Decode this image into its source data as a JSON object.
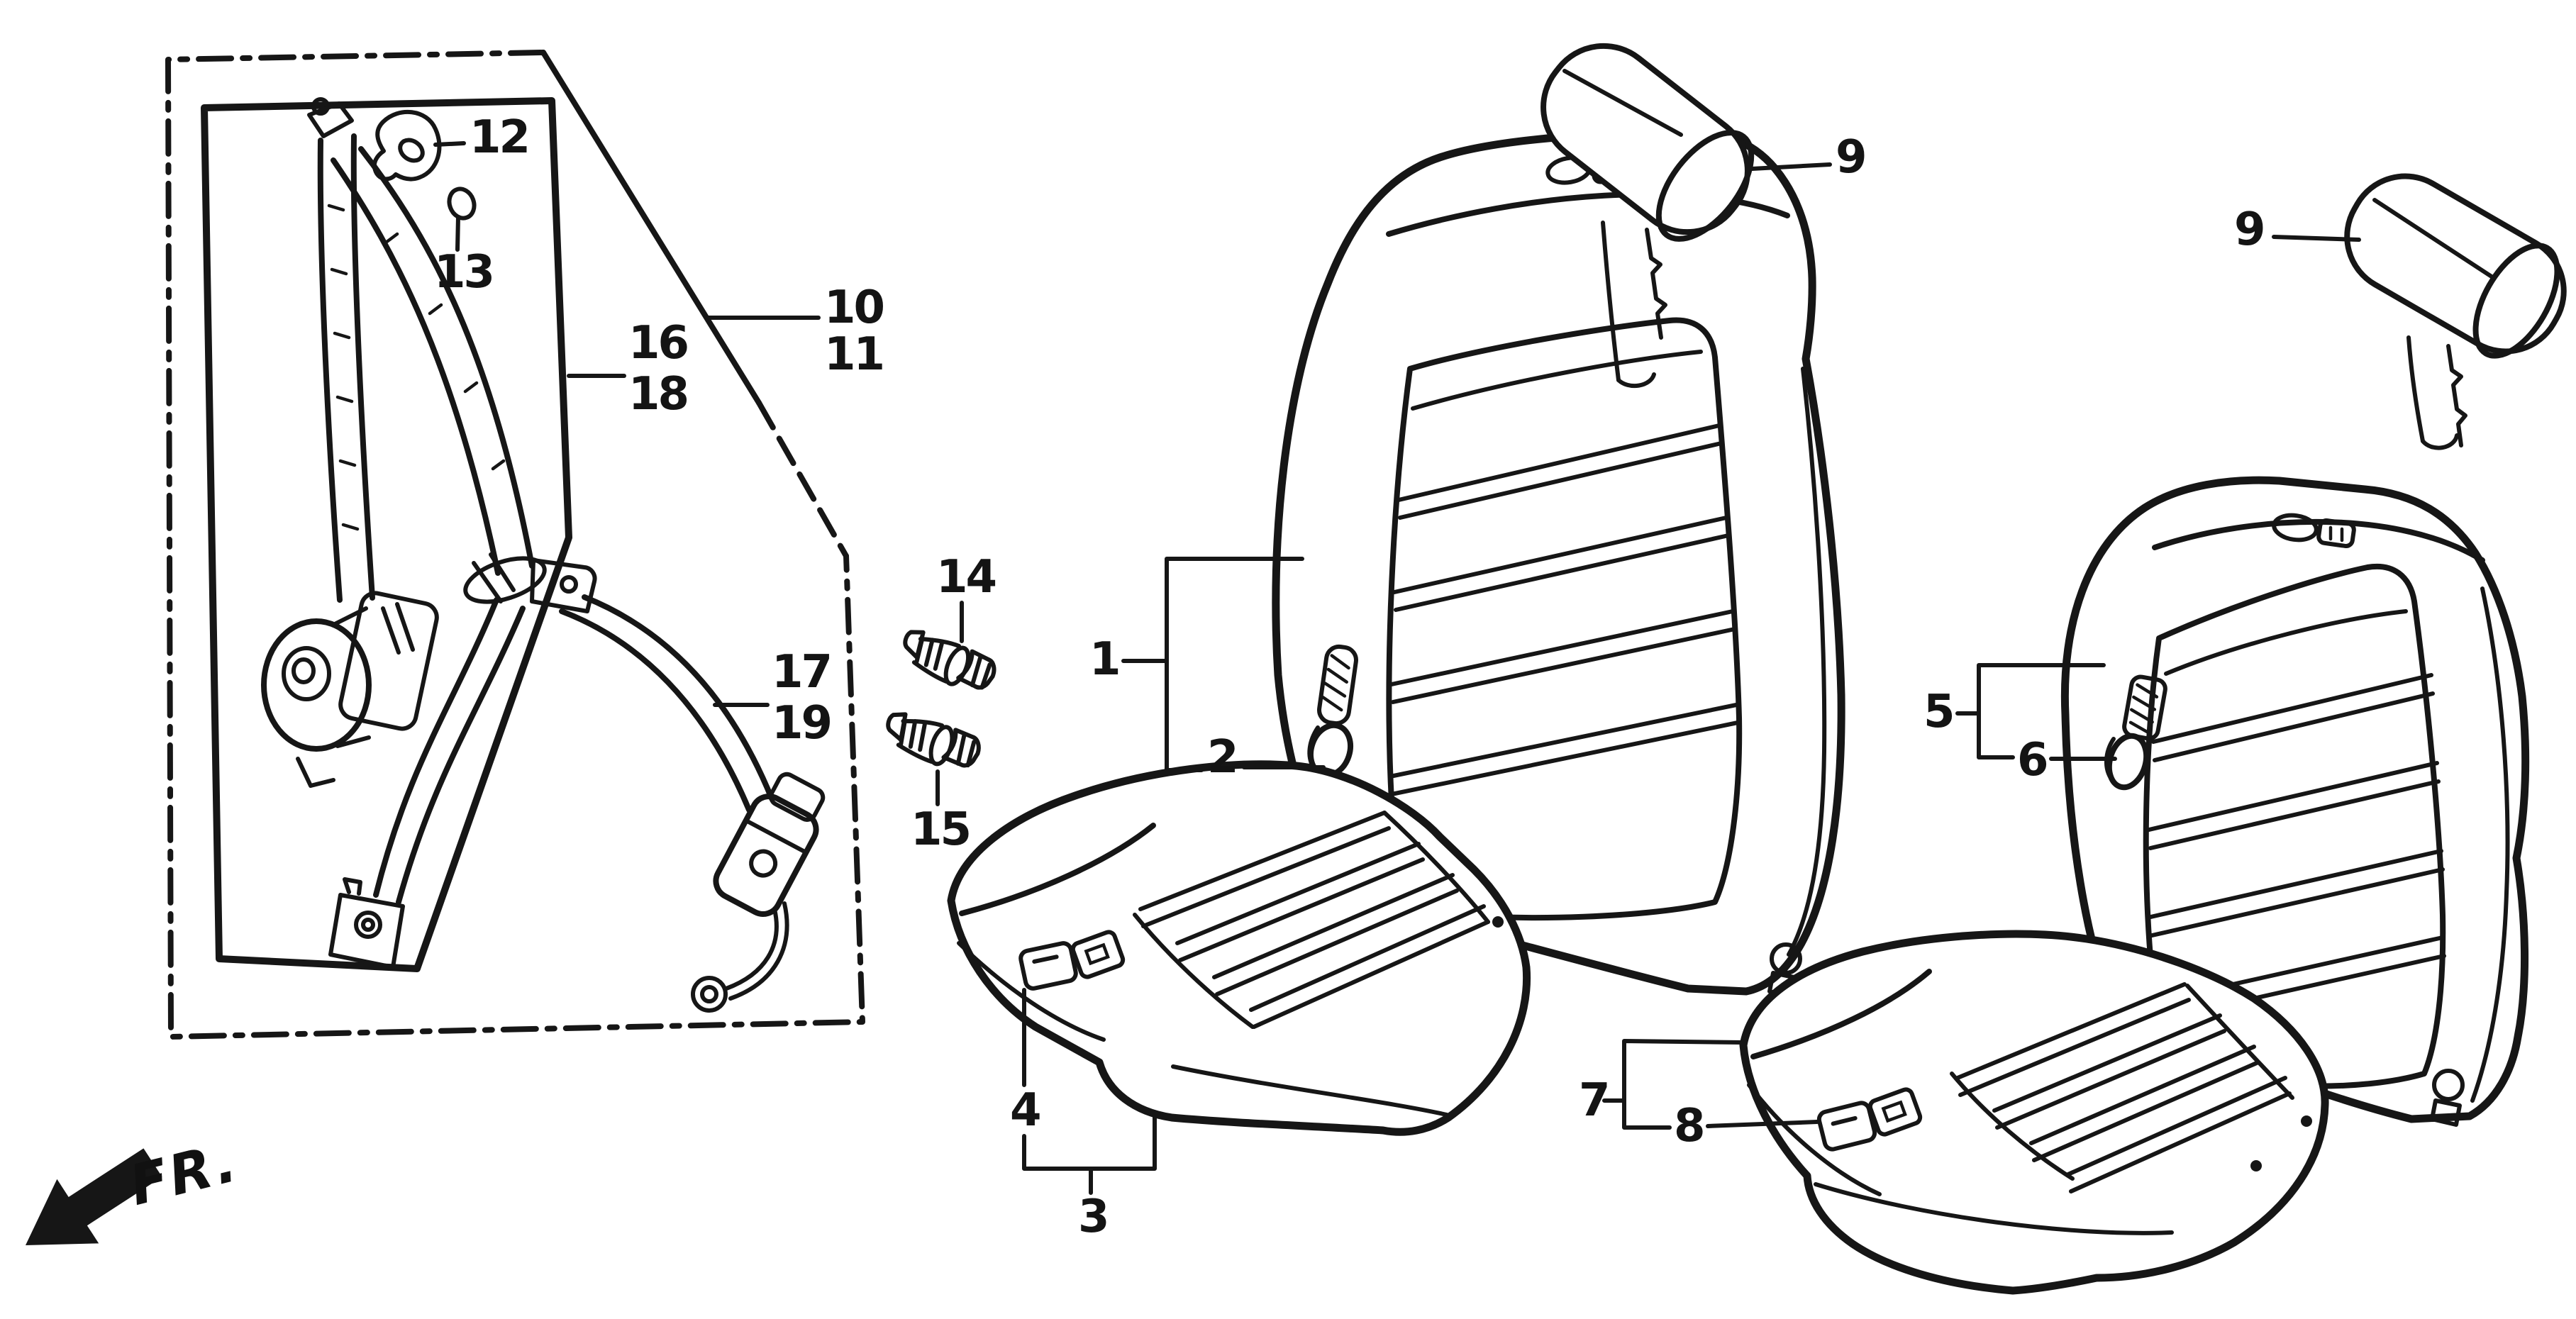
{
  "diagram": {
    "background": "#ffffff",
    "ink": "#161616",
    "type": "parts-exploded-view",
    "subject": "front seat, seat belt, headrest components"
  },
  "fr": {
    "label": "FR."
  },
  "callouts": [
    {
      "text": "12"
    },
    {
      "text": "13"
    },
    {
      "text": "16"
    },
    {
      "text": "18"
    },
    {
      "text": "10"
    },
    {
      "text": "11"
    },
    {
      "text": "17"
    },
    {
      "text": "19"
    },
    {
      "text": "14"
    },
    {
      "text": "15"
    },
    {
      "text": "1"
    },
    {
      "text": "2"
    },
    {
      "text": "4"
    },
    {
      "text": "3"
    },
    {
      "text": "9"
    },
    {
      "text": "9"
    },
    {
      "text": "5"
    },
    {
      "text": "6"
    },
    {
      "text": "7"
    },
    {
      "text": "8"
    }
  ]
}
